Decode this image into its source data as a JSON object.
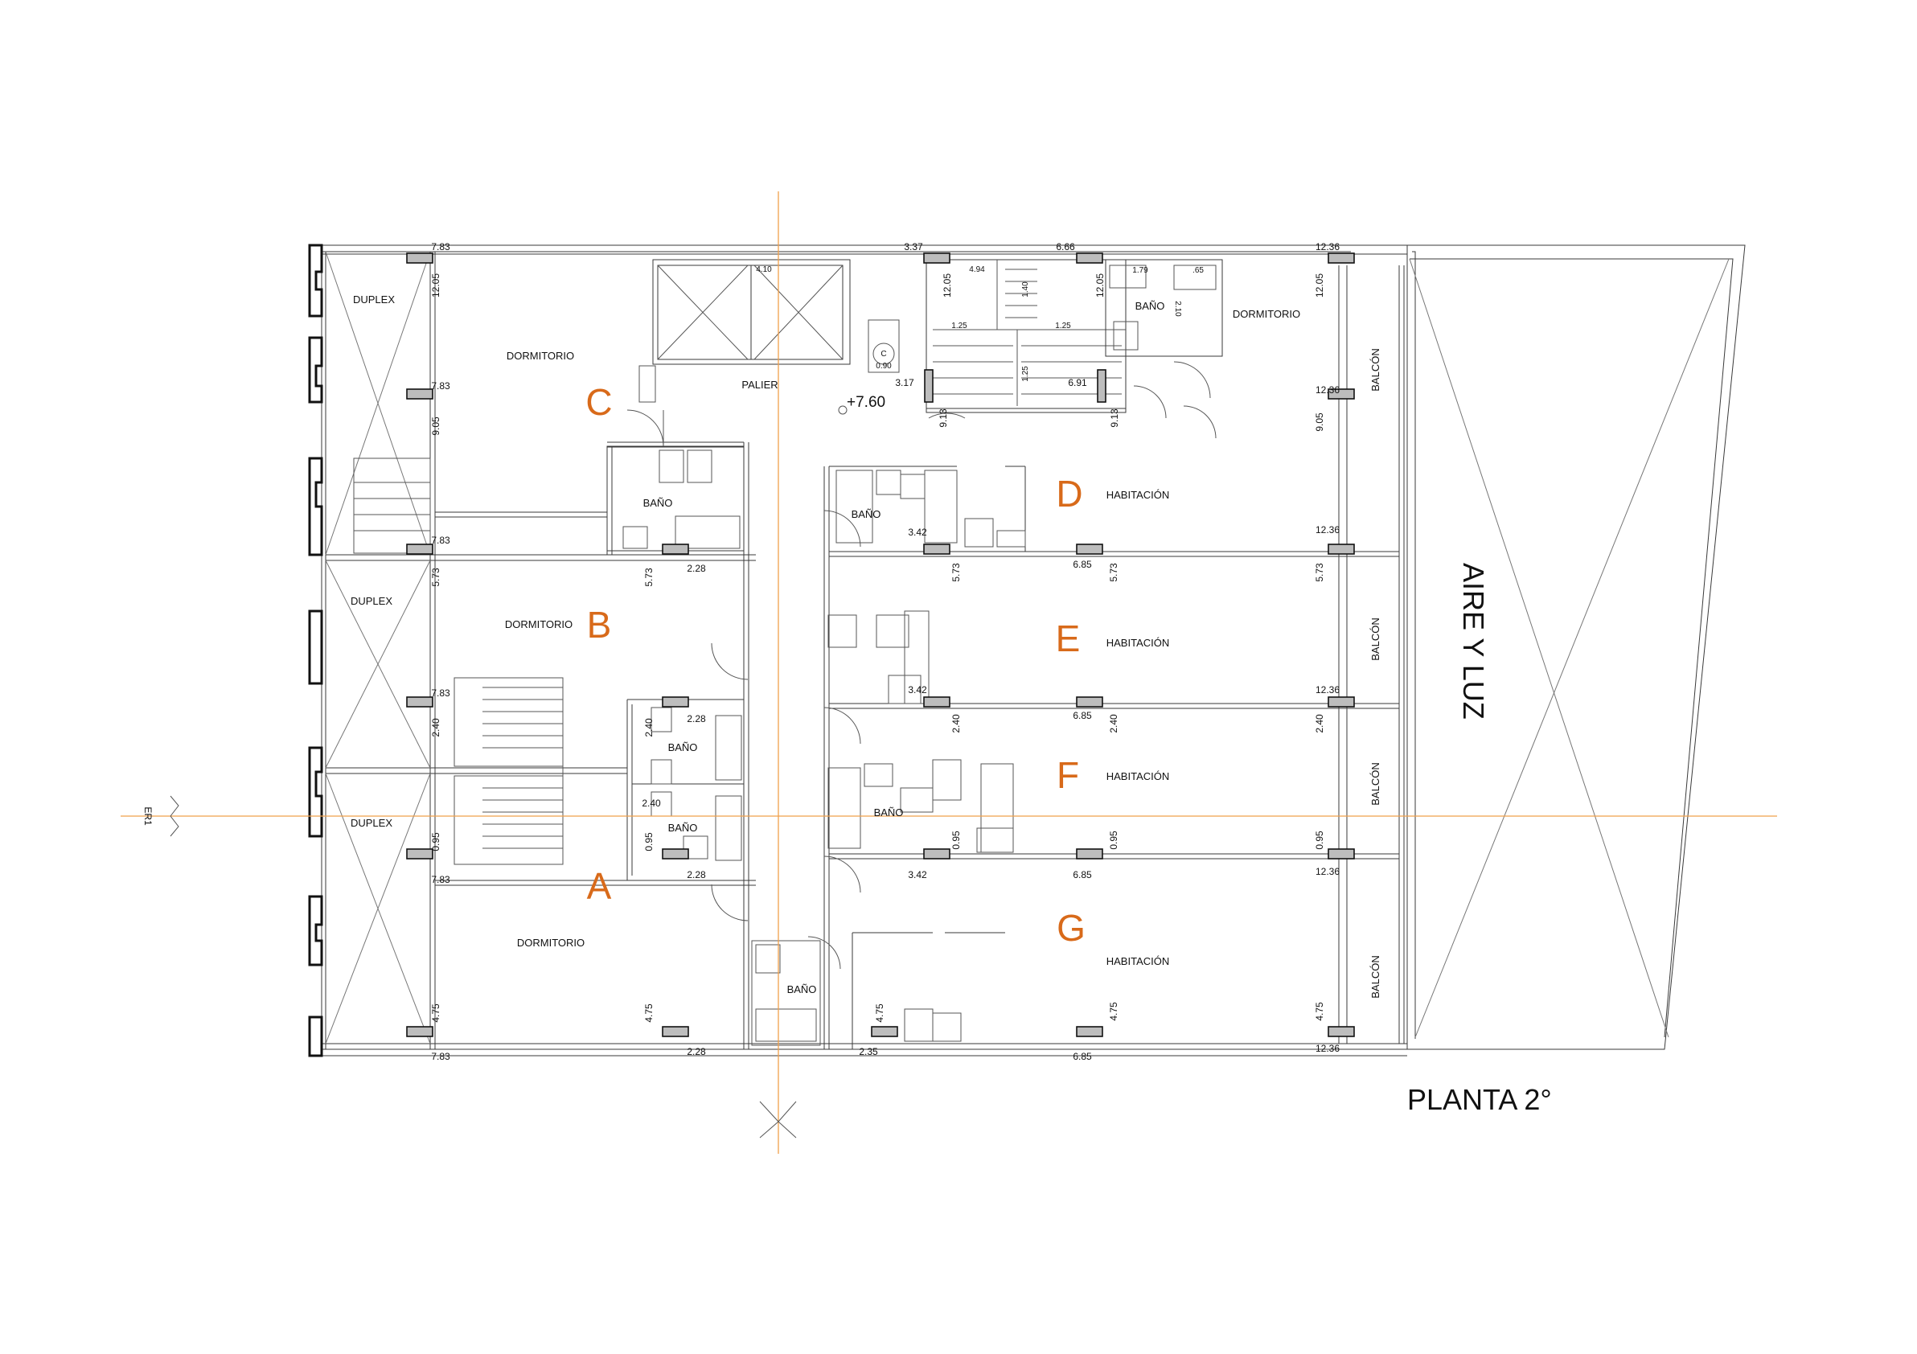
{
  "plan": {
    "title": "PLANTA  2°",
    "court_label": "AIRE  Y  LUZ",
    "level": "+7.60",
    "elevation_marker": "ER1",
    "units": [
      {
        "letter": "A",
        "room": "DORMITORIO"
      },
      {
        "letter": "B",
        "room": "DORMITORIO"
      },
      {
        "letter": "C",
        "room": "DORMITORIO"
      },
      {
        "letter": "D",
        "room": "HABITACIÓN"
      },
      {
        "letter": "E",
        "room": "HABITACIÓN"
      },
      {
        "letter": "F",
        "room": "HABITACIÓN"
      },
      {
        "letter": "G",
        "room": "HABITACIÓN"
      }
    ],
    "rooms": {
      "duplex": "DUPLEX",
      "dormitorio": "DORMITORIO",
      "bano": "BAÑO",
      "palier": "PALIER",
      "balcon": "BALCÓN",
      "ascensor": "C"
    },
    "dims": {
      "d783": "7.83",
      "d1205": "12.05",
      "d905": "9.05",
      "d573": "5.73",
      "d240": "2.40",
      "d095": "0.95",
      "d475": "4.75",
      "d228": "2.28",
      "d342": "3.42",
      "d685": "6.85",
      "d1236": "12.36",
      "d337": "3.37",
      "d666": "6.66",
      "d691": "6.91",
      "d317": "3.17",
      "d913": "9.13",
      "d235": "2.35",
      "d410": "4.10",
      "d494": "4.94",
      "d140": "1.40",
      "d125": "1.25",
      "d179": "1.79",
      "d065": ".65",
      "d210": "2.10",
      "d090": "0.90"
    }
  }
}
